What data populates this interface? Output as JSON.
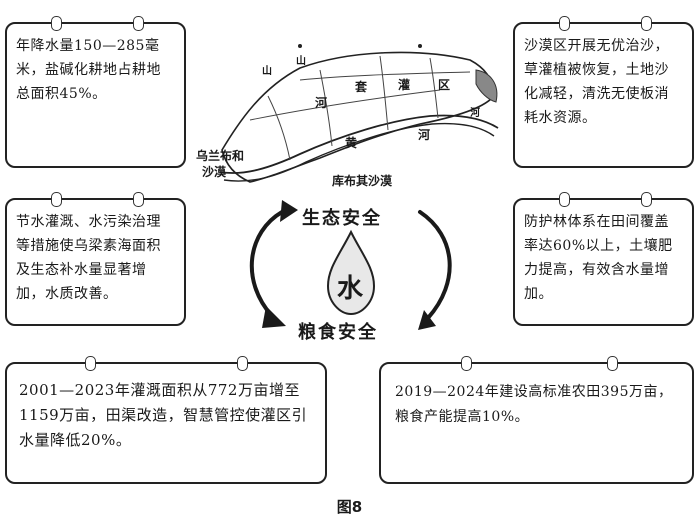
{
  "cards": {
    "top_left": "年降水量150—285毫米，盐碱化耕地占耕地总面积45%。",
    "mid_left": "节水灌溉、水污染治理等措施使乌梁素海面积及生态补水量显著增加，水质改善。",
    "bottom_left": "2001—2023年灌溉面积从772万亩增至1159万亩，田渠改造，智慧管控使灌区引水量降低20%。",
    "top_right": "沙漠区开展无优治沙，草灌植被恢复，土地沙化减轻，清洗无使板消耗水资源。",
    "mid_right": "防护林体系在田间覆盖率达60%以上，土壤肥力提高，有效含水量增加。",
    "bottom_right": "2019—2024年建设高标准农田395万亩，粮食产能提高10%。"
  },
  "map_labels": {
    "desert_left_line1": "乌兰布和",
    "desert_left_line2": "沙漠",
    "desert_bottom": "库布其沙漠",
    "region_chars": [
      "河",
      "套",
      "灌",
      "区"
    ],
    "yellow_river_chars": [
      "黄",
      "河"
    ],
    "small_marks": [
      "山",
      "山",
      "河"
    ]
  },
  "cycle": {
    "top_label": "生态安全",
    "bottom_label": "粮食安全",
    "center_symbol": "水"
  },
  "caption": "图8"
}
